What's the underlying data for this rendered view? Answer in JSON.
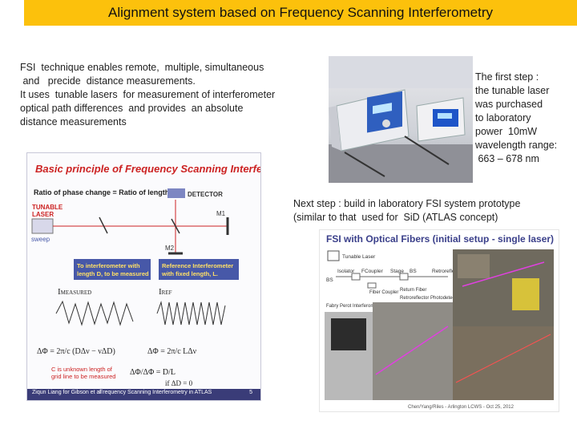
{
  "title": "Alignment  system  based on Frequency Scanning Interferometry",
  "intro_text": "FSI  technique enables remote,  multiple, simultaneous\n and   precide  distance measurements.\nIt uses  tunable lasers  for measurement of interferometer\noptical path differences  and provides  an absolute\ndistance measurements",
  "first_step": "The first step :\nthe tunable laser\nwas purchased\nto laboratory\npower  10mW\nwavelength range:\n 663 – 678 nm",
  "next_step": "Next step : build in laboratory FSI system prototype\n(similar to that  used for  SiD (ATLAS concept)",
  "slide": {
    "title": "Basic principle of Frequency Scanning Interferometry",
    "ratio": "Ratio of phase change = Ratio of lengths",
    "detector": "DETECTOR",
    "tunable_laser": "TUNABLE\nLASER",
    "sweep": "sweep",
    "m1": "M1",
    "m2": "M2",
    "box1": "To interferometer with\nlength D, to be measured",
    "box2": "Reference Interferometer\nwith fixed length, L.",
    "i_measured": "I",
    "i_measured_sub": "MEASURED",
    "i_ref": "I",
    "i_ref_sub": "REF",
    "eq1_left": "ΔΦ",
    "eq1_right": "= 2π/c (DΔν − νΔD)",
    "eq2": "ΔΦ = 2π/c LΔν",
    "c_note": "C is unknown length of\ngrid line to be measured",
    "ratio_eq": "ΔΦ/ΔΦ = D/L",
    "if_note": "if  ΔD = 0",
    "footer_left": "Ziqun Liang for Gibson et al.",
    "footer_right": "Frequency Scanning Interferometry in ATLAS",
    "footer_page": "5"
  },
  "fig": {
    "title": "FSI with Optical Fibers (initial setup - single laser)",
    "legend": [
      "Tunable Laser",
      "Isolator",
      "Fiber Coupler",
      "Return Fiber",
      "Retroreflector Photodetector",
      "Fabry Perot Interferometer"
    ],
    "labels": [
      "BS",
      "FCoupler",
      "Stage",
      "BS",
      "Retroreflector"
    ],
    "caption": "Chen/Yang/Riles - Arlington LCWS - Oct 25, 2012"
  },
  "colors": {
    "title_bg": "#fcc10c",
    "slide_title": "#cc2222",
    "box_fill": "#4758a8"
  }
}
